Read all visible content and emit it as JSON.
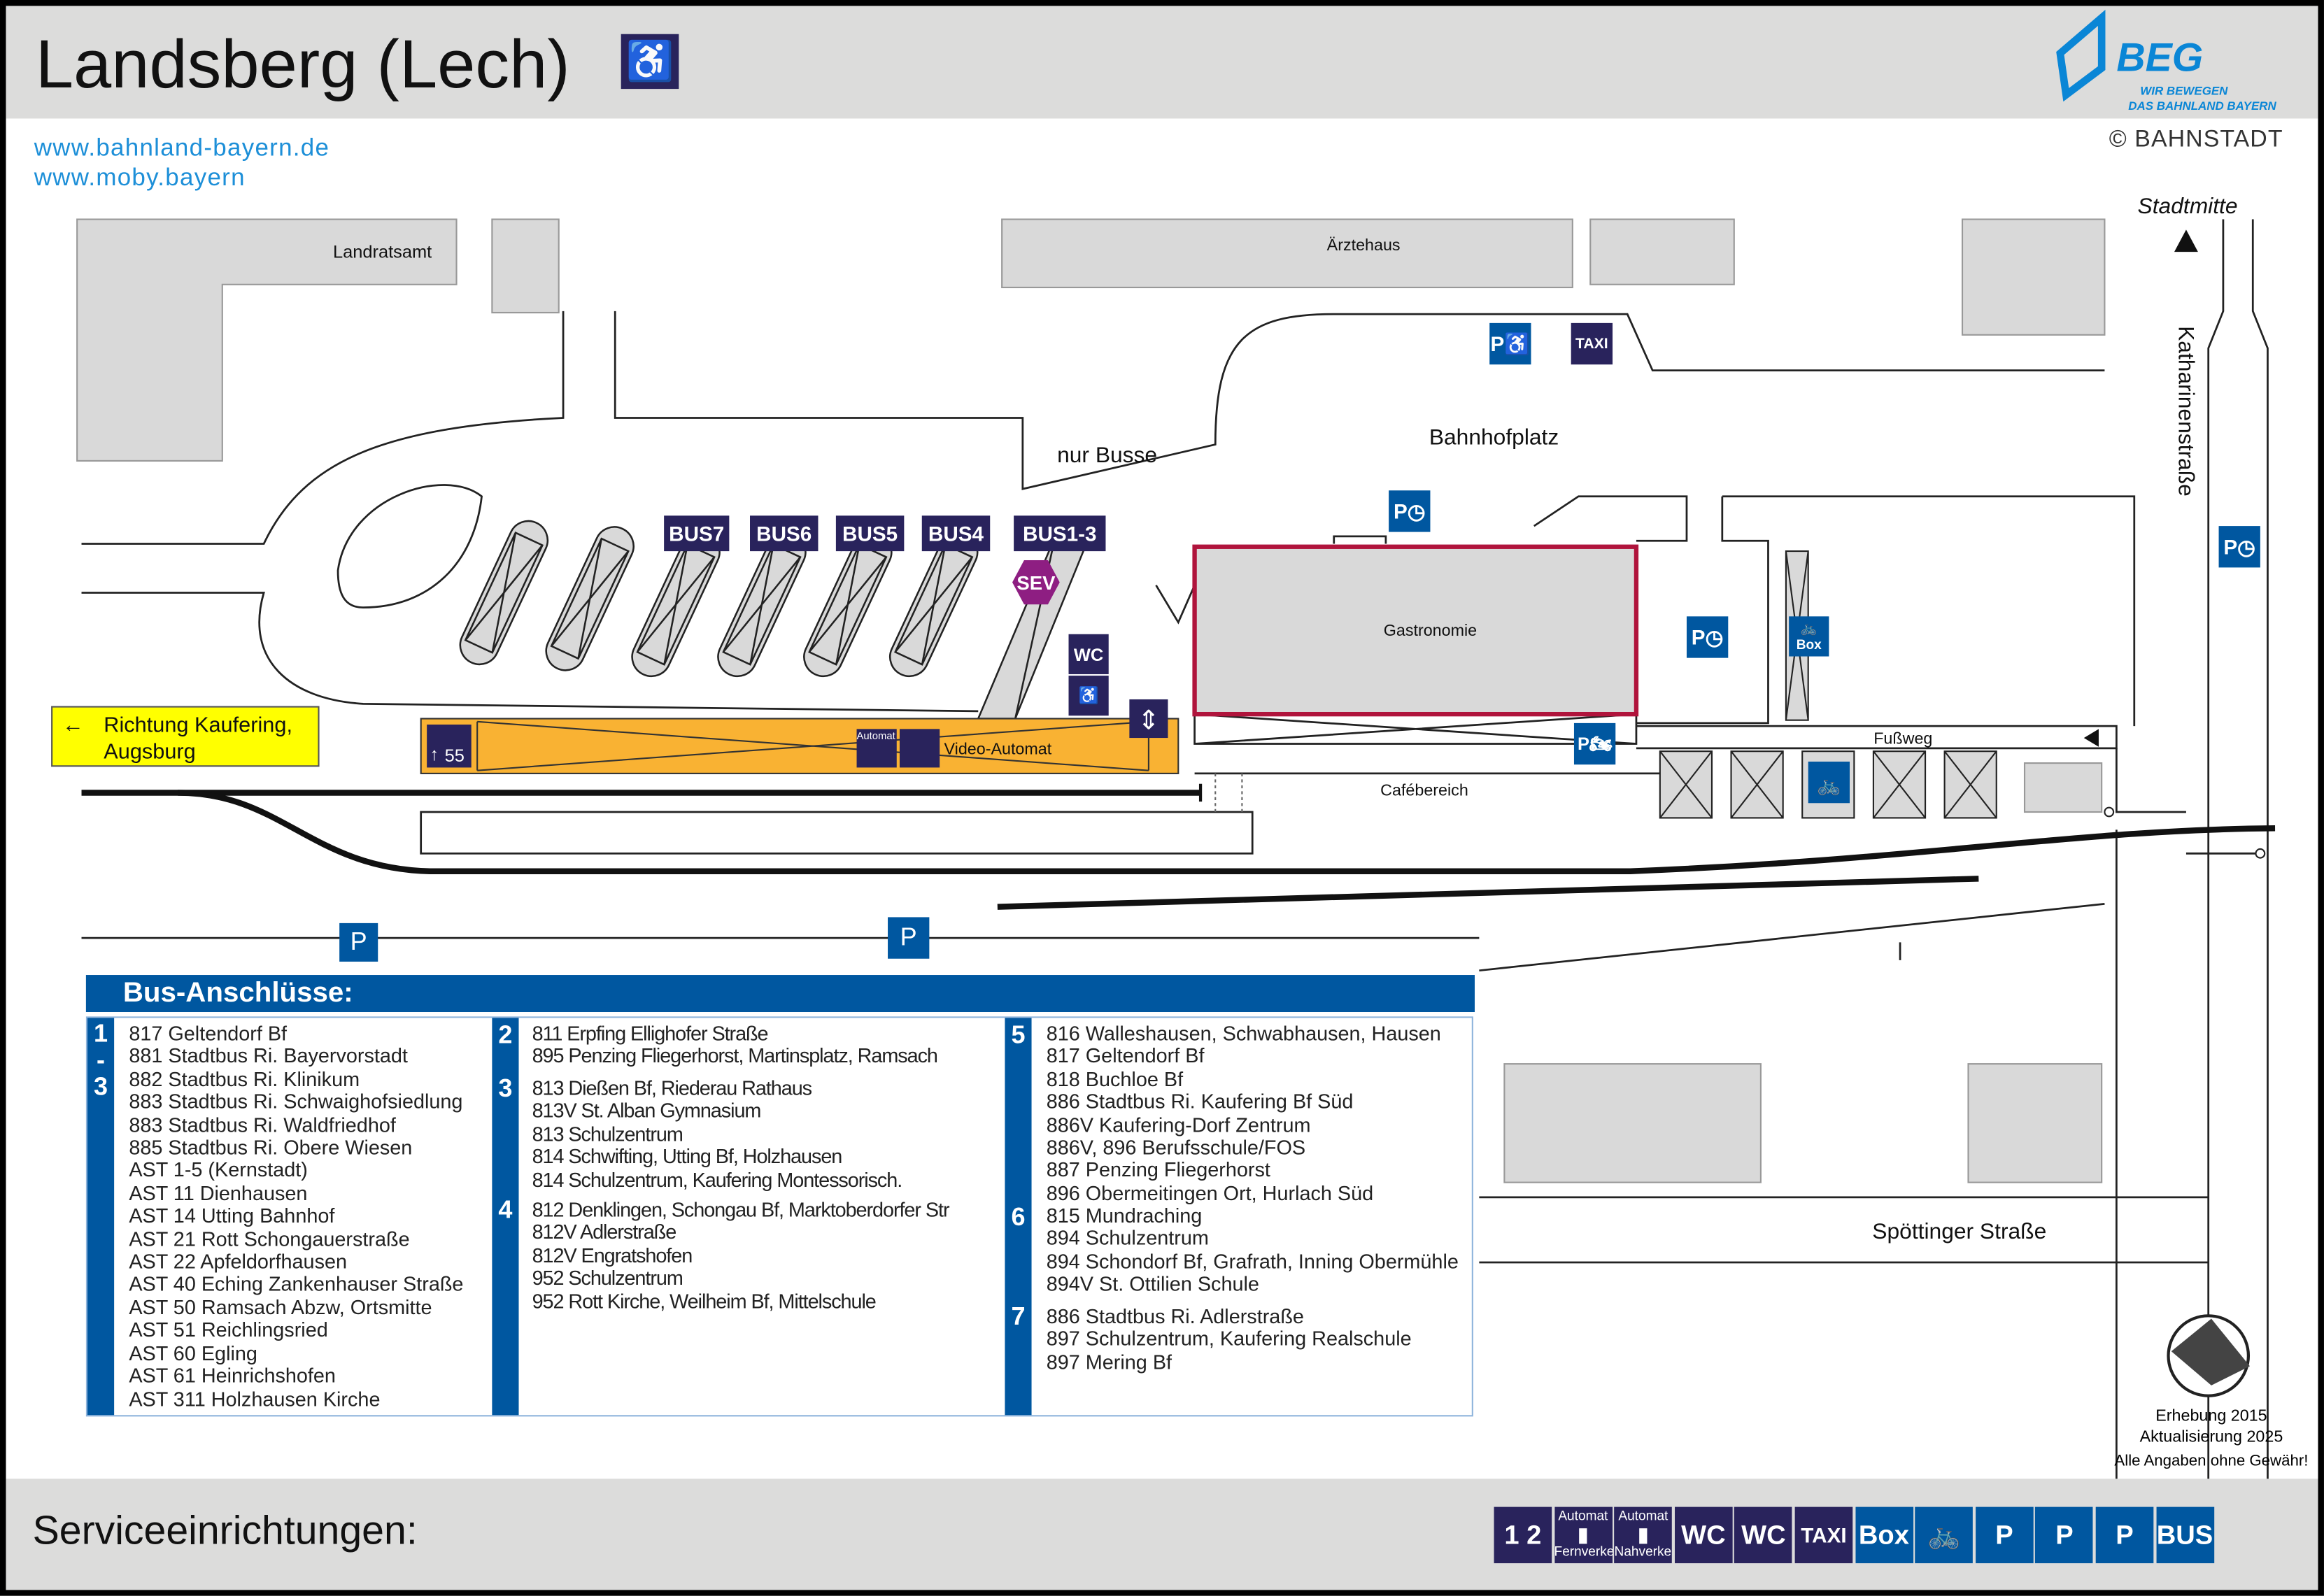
{
  "header": {
    "title": "Landsberg (Lech)",
    "accessibility_icon": "wheelchair-icon",
    "logo_name": "BEG",
    "logo_tagline_1": "WIR BEWEGEN",
    "logo_tagline_2": "DAS BAHNLAND BAYERN",
    "copyright": "© BAHNSTADT"
  },
  "links": [
    "www.bahnland-bayern.de",
    "www.moby.bayern"
  ],
  "map": {
    "labels": {
      "landratsamt": "Landratsamt",
      "aerztehaus": "Ärztehaus",
      "nur_busse": "nur Busse",
      "bahnhofplatz": "Bahnhofplatz",
      "gastronomie": "Gastronomie",
      "cafebereich": "Cafébereich",
      "fussweg": "Fußweg",
      "stadtmitte": "Stadtmitte",
      "katharinenstrasse": "Katharinenstraße",
      "spoettinger": "Spöttinger Straße",
      "video_automat": "Video-Automat",
      "automat": "Automat",
      "track_55": "55",
      "richtung_1": "Richtung Kaufering,",
      "richtung_2": "Augsburg"
    },
    "bus_stops": [
      {
        "label": "BUS",
        "num": "7"
      },
      {
        "label": "BUS",
        "num": "6"
      },
      {
        "label": "BUS",
        "num": "5"
      },
      {
        "label": "BUS",
        "num": "4"
      },
      {
        "label": "BUS",
        "num": "1-3"
      }
    ],
    "sev": "SEV",
    "wc": "WC",
    "taxi": "TAXI",
    "p": "P",
    "box": "Box"
  },
  "bus_connections": {
    "title": "Bus-Anschlüsse:",
    "groups": [
      {
        "stop": "1\n-\n3",
        "lines": [
          "817 Geltendorf Bf",
          "881 Stadtbus Ri. Bayervorstadt",
          "882 Stadtbus Ri. Klinikum",
          "883 Stadtbus Ri. Schwaighofsiedlung",
          "883 Stadtbus Ri. Waldfriedhof",
          "885 Stadtbus Ri. Obere Wiesen",
          "AST 1-5 (Kernstadt)",
          "AST 11 Dienhausen",
          "AST 14 Utting Bahnhof",
          "AST 21 Rott Schongauerstraße",
          "AST 22 Apfeldorfhausen",
          "AST 40 Eching Zankenhauser Straße",
          "AST 50 Ramsach Abzw, Ortsmitte",
          "AST 51 Reichlingsried",
          "AST 60 Egling",
          "AST 61 Heinrichshofen",
          "AST 311 Holzhausen Kirche"
        ]
      },
      {
        "stop": "2",
        "lines": [
          "811 Erpfing Ellighofer Straße",
          "895 Penzing Fliegerhorst, Martinsplatz, Ramsach"
        ]
      },
      {
        "stop": "3",
        "lines": [
          "813 Dießen Bf, Riederau Rathaus",
          "813V St. Alban Gymnasium",
          "813 Schulzentrum",
          "814 Schwifting, Utting Bf, Holzhausen",
          "814 Schulzentrum, Kaufering Montessorisch."
        ]
      },
      {
        "stop": "4",
        "lines": [
          "812 Denklingen, Schongau Bf, Marktoberdorfer Str",
          "812V Adlerstraße",
          "812V Engratshofen",
          "952 Schulzentrum",
          "952 Rott Kirche, Weilheim Bf, Mittelschule"
        ]
      },
      {
        "stop": "5",
        "lines": [
          "816 Walleshausen, Schwabhausen, Hausen",
          "817 Geltendorf Bf",
          "818 Buchloe Bf",
          "886 Stadtbus Ri. Kaufering Bf Süd",
          "886V Kaufering-Dorf Zentrum",
          "886V, 896 Berufsschule/FOS",
          "887 Penzing Fliegerhorst",
          "896 Obermeitingen Ort, Hurlach Süd"
        ]
      },
      {
        "stop": "6",
        "lines": [
          "815 Mundraching",
          "894 Schulzentrum",
          "894 Schondorf Bf, Grafrath, Inning Obermühle",
          "894V St. Ottilien Schule"
        ]
      },
      {
        "stop": "7",
        "lines": [
          "886 Stadtbus Ri. Adlerstraße",
          "897 Schulzentrum, Kaufering Realschule",
          "897 Mering Bf"
        ]
      }
    ]
  },
  "notes": [
    "Erhebung 2015",
    "Aktualisierung 2025",
    "Alle Angaben ohne Gewähr!"
  ],
  "footer": {
    "title": "Serviceeinrichtungen:",
    "icons": [
      {
        "icon": "ticket-counter-icon",
        "label": "1 2"
      },
      {
        "icon": "ticket-machine-long-distance-icon",
        "top": "Automat",
        "bottom": "Fernverkehr"
      },
      {
        "icon": "ticket-machine-regional-icon",
        "top": "Automat",
        "bottom": "Nahverkehr"
      },
      {
        "icon": "accessible-wc-icon",
        "label": "WC"
      },
      {
        "icon": "wc-icon",
        "label": "WC"
      },
      {
        "icon": "taxi-icon",
        "label": "TAXI"
      },
      {
        "icon": "bike-box-icon",
        "label": "Box"
      },
      {
        "icon": "bike-parking-icon",
        "label": "🚲"
      },
      {
        "icon": "accessible-parking-icon",
        "label": "P"
      },
      {
        "icon": "parking-icon",
        "label": "P"
      },
      {
        "icon": "short-term-parking-icon",
        "label": "P"
      },
      {
        "icon": "bus-icon",
        "label": "BUS"
      }
    ]
  },
  "colors": {
    "navy": "#29235c",
    "blue": "#0057a0",
    "platform": "#f9b233",
    "highlight": "#b0143c",
    "sev": "#8e1e82",
    "direction": "#ffff00"
  }
}
